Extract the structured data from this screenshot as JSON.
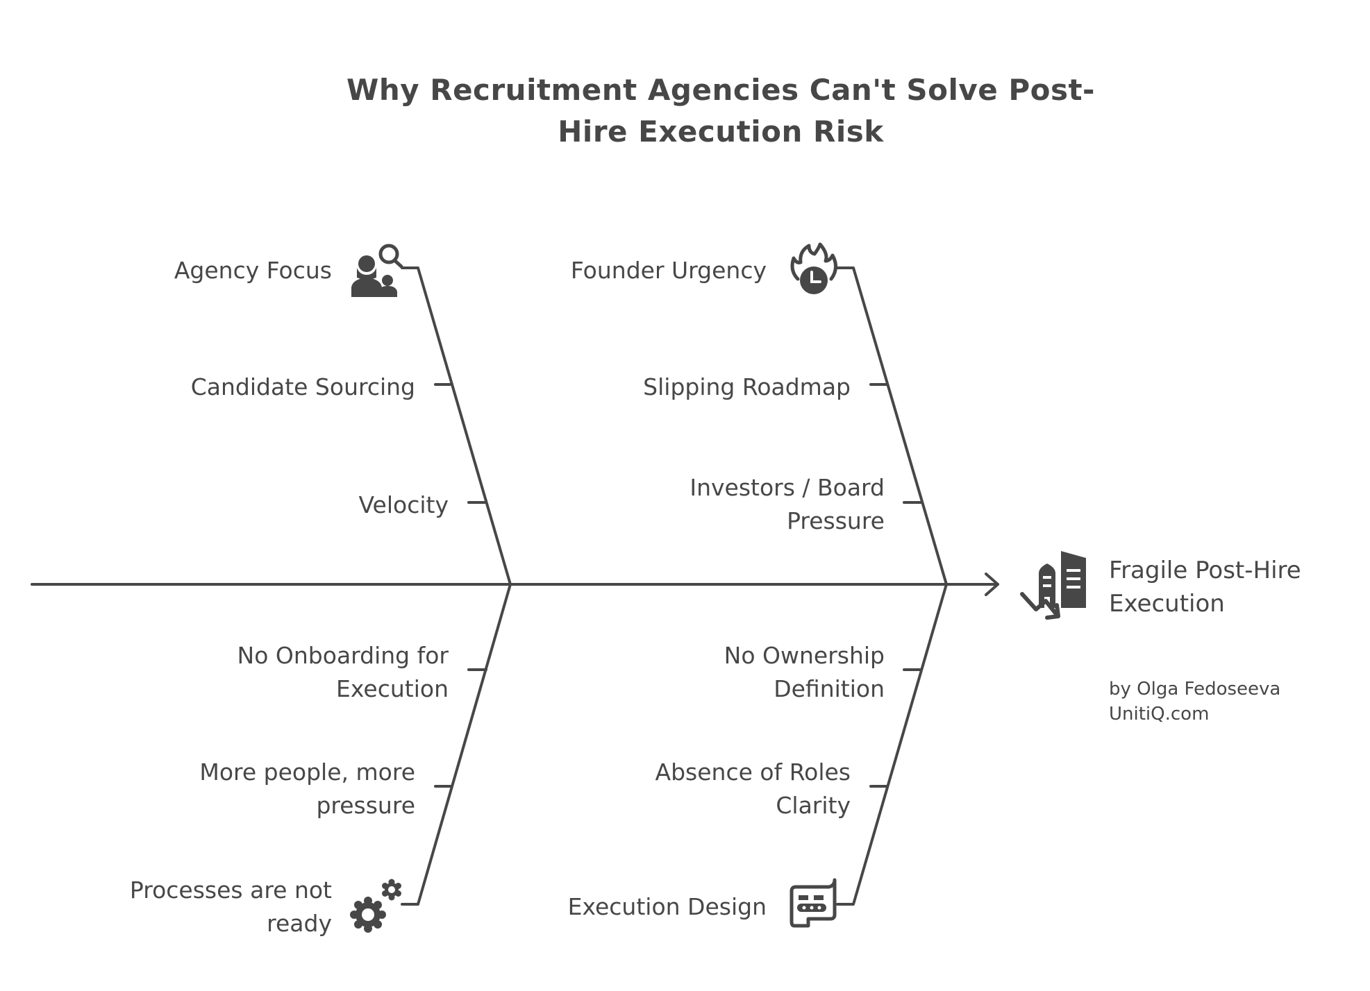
{
  "title": {
    "line1": "Why Recruitment Agencies Can't Solve Post-",
    "line2": "Hire Execution Risk"
  },
  "effect": {
    "line1": "Fragile Post-Hire",
    "line2": "Execution",
    "icon": "declining-building-icon"
  },
  "credit": {
    "author": "by Olga Fedoseeva",
    "site": "UnitiQ.com"
  },
  "categories": {
    "agency_focus": {
      "label": "Agency Focus",
      "icon": "person-search-icon",
      "causes": [
        "Candidate Sourcing",
        "Velocity"
      ]
    },
    "founder_urgency": {
      "label": "Founder Urgency",
      "icon": "fire-clock-icon",
      "causes": [
        "Slipping Roadmap",
        "Investors / Board Pressure"
      ]
    },
    "processes": {
      "label_line1": "Processes are not",
      "label_line2": "ready",
      "icon": "gears-icon",
      "causes": [
        "No Onboarding for Execution",
        "More people, more pressure"
      ]
    },
    "execution_design": {
      "label": "Execution Design",
      "icon": "blueprint-scroll-icon",
      "causes": [
        "No Ownership Definition",
        "Absence of Roles Clarity"
      ]
    }
  },
  "labels": {
    "candidate_sourcing": "Candidate Sourcing",
    "velocity": "Velocity",
    "slipping_roadmap": "Slipping Roadmap",
    "investors_l1": "Investors / Board",
    "investors_l2": "Pressure",
    "no_onboarding_l1": "No Onboarding for",
    "no_onboarding_l2": "Execution",
    "more_people_l1": "More people, more",
    "more_people_l2": "pressure",
    "no_ownership_l1": "No Ownership",
    "no_ownership_l2": "Definition",
    "absence_roles_l1": "Absence of Roles",
    "absence_roles_l2": "Clarity"
  },
  "colors": {
    "ink": "#474747",
    "background": "#ffffff"
  }
}
